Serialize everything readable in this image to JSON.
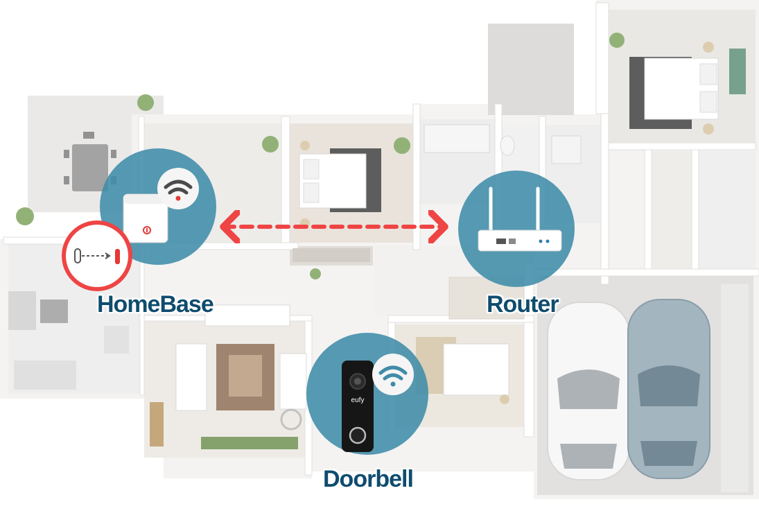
{
  "devices": {
    "homebase": {
      "label": "HomeBase",
      "icon": "homebase-icon"
    },
    "router": {
      "label": "Router",
      "icon": "router-icon"
    },
    "doorbell": {
      "label": "Doorbell",
      "icon": "doorbell-icon",
      "brand": "eufy"
    }
  },
  "colors": {
    "circle": "#3f8ca8",
    "label": "#0f4c6e",
    "link": "#ef4444",
    "wall": "#f4f4f3",
    "floor": "#e7e5e2"
  }
}
